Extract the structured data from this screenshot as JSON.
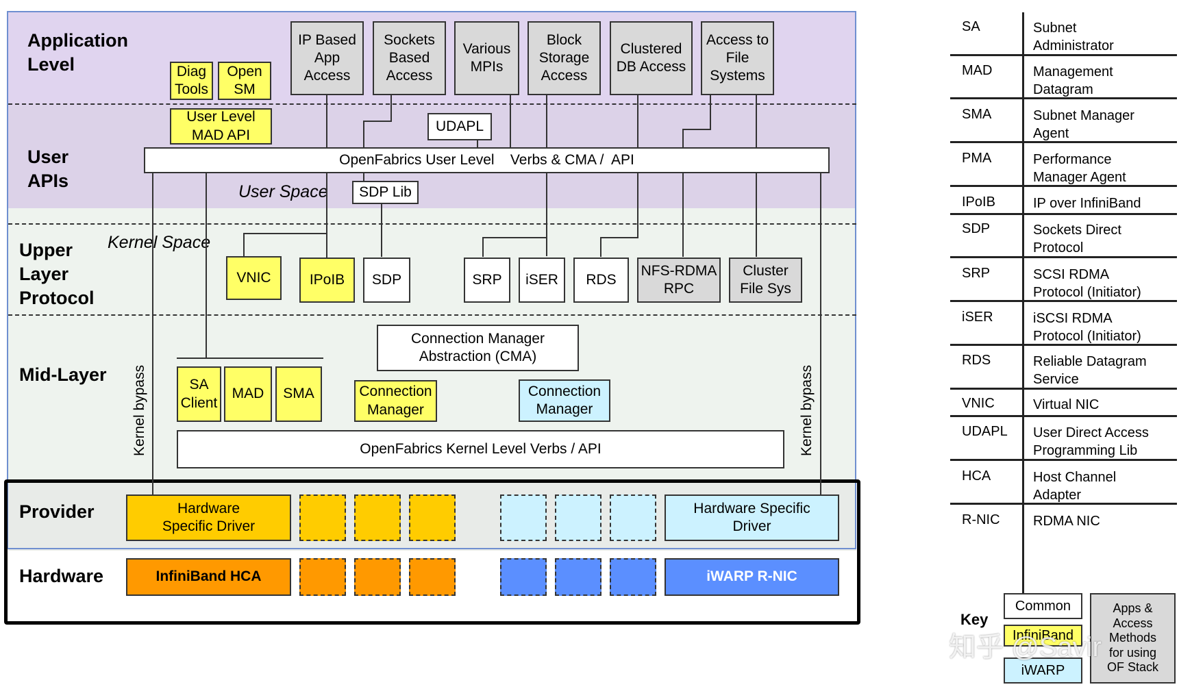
{
  "layers": {
    "application": "Application\nLevel",
    "user_apis": "User\nAPIs",
    "upper_layer": "Upper\nLayer\nProtocol",
    "mid_layer": "Mid-Layer",
    "provider": "Provider",
    "hardware": "Hardware"
  },
  "space_labels": {
    "user_space": "User Space",
    "kernel_space": "Kernel Space",
    "kernel_bypass": "Kernel bypass"
  },
  "app_boxes": {
    "diag_tools": "Diag\nTools",
    "open_sm": "Open\nSM",
    "ip_based": "IP Based\nApp\nAccess",
    "sockets_based": "Sockets\nBased\nAccess",
    "various_mpis": "Various\nMPIs",
    "block_storage": "Block\nStorage\nAccess",
    "clustered_db": "Clustered\nDB Access",
    "access_fs": "Access to\nFile\nSystems"
  },
  "api_boxes": {
    "user_mad_api": "User Level\nMAD API",
    "udapl": "UDAPL",
    "verbs_api": "OpenFabrics User Level    Verbs & CMA /  API",
    "sdp_lib": "SDP Lib"
  },
  "ulp_boxes": {
    "vnic": "VNIC",
    "ipoib": "IPoIB",
    "sdp": "SDP",
    "srp": "SRP",
    "iser": "iSER",
    "rds": "RDS",
    "nfs_rdma": "NFS-RDMA\nRPC",
    "cluster_fs": "Cluster\nFile Sys"
  },
  "mid_boxes": {
    "cma": "Connection Manager\nAbstraction (CMA)",
    "sa_client": "SA\nClient",
    "mad": "MAD",
    "sma": "SMA",
    "cm_ib": "Connection\nManager",
    "cm_iwarp": "Connection\nManager",
    "kernel_verbs": "OpenFabrics Kernel Level Verbs / API"
  },
  "provider_boxes": {
    "hw_driver_ib": "Hardware\nSpecific Driver",
    "hw_driver_iwarp": "Hardware Specific\nDriver"
  },
  "hardware_boxes": {
    "ib_hca": "InfiniBand HCA",
    "iwarp_rnic": "iWARP R-NIC"
  },
  "glossary": [
    {
      "abbr": "SA",
      "def": "Subnet\nAdministrator"
    },
    {
      "abbr": "MAD",
      "def": "Management\nDatagram"
    },
    {
      "abbr": "SMA",
      "def": "Subnet Manager\nAgent"
    },
    {
      "abbr": "PMA",
      "def": "Performance\nManager Agent"
    },
    {
      "abbr": "IPoIB",
      "def": "IP over InfiniBand"
    },
    {
      "abbr": "SDP",
      "def": "Sockets Direct\nProtocol"
    },
    {
      "abbr": "SRP",
      "def": "SCSI RDMA\nProtocol (Initiator)"
    },
    {
      "abbr": "iSER",
      "def": "iSCSI RDMA\nProtocol (Initiator)"
    },
    {
      "abbr": "RDS",
      "def": "Reliable Datagram\nService"
    },
    {
      "abbr": "VNIC",
      "def": "Virtual NIC"
    },
    {
      "abbr": "UDAPL",
      "def": "User Direct Access\nProgramming Lib"
    },
    {
      "abbr": "HCA",
      "def": "Host Channel\nAdapter"
    },
    {
      "abbr": "R-NIC",
      "def": "RDMA NIC"
    }
  ],
  "key": {
    "title": "Key",
    "common": "Common",
    "infiniband": "InfiniBand",
    "iwarp": "iWARP",
    "apps": "Apps &\nAccess\nMethods\nfor using\nOF Stack"
  },
  "watermark": "知乎 @Savir",
  "colors": {
    "application_band": "#e0d4ef",
    "user_band": "#dcd2e8",
    "kernel_band": "#eef3ee",
    "provider_band": "#e8ebe8",
    "ib_yellow": "#ffff66",
    "provider_orange": "#ffcc00",
    "hardware_orange": "#ff9900",
    "iwarp_light_blue": "#ccf2ff",
    "iwarp_blue": "#5b8fff",
    "apps_gray": "#d9d9d9"
  }
}
